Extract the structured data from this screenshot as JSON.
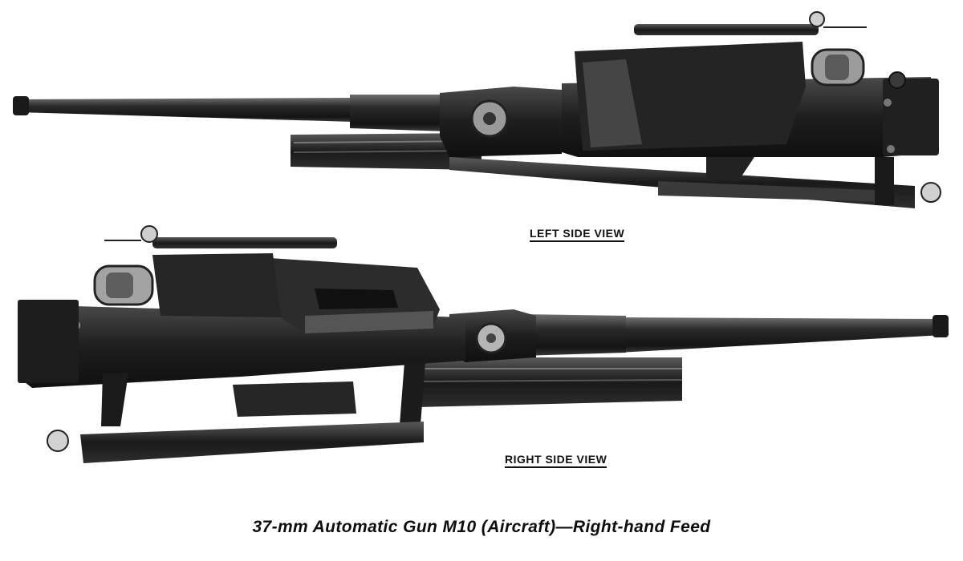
{
  "figure": {
    "caption": "37-mm Automatic Gun M10 (Aircraft)—Right-hand Feed",
    "views": [
      {
        "label": "LEFT SIDE VIEW"
      },
      {
        "label": "RIGHT SIDE VIEW"
      }
    ]
  },
  "colors": {
    "ink": "#111111",
    "metal_dark": "#1c1c1c",
    "metal_mid": "#3a3a3a",
    "highlight": "#8a8a8a",
    "paper": "#ffffff"
  }
}
